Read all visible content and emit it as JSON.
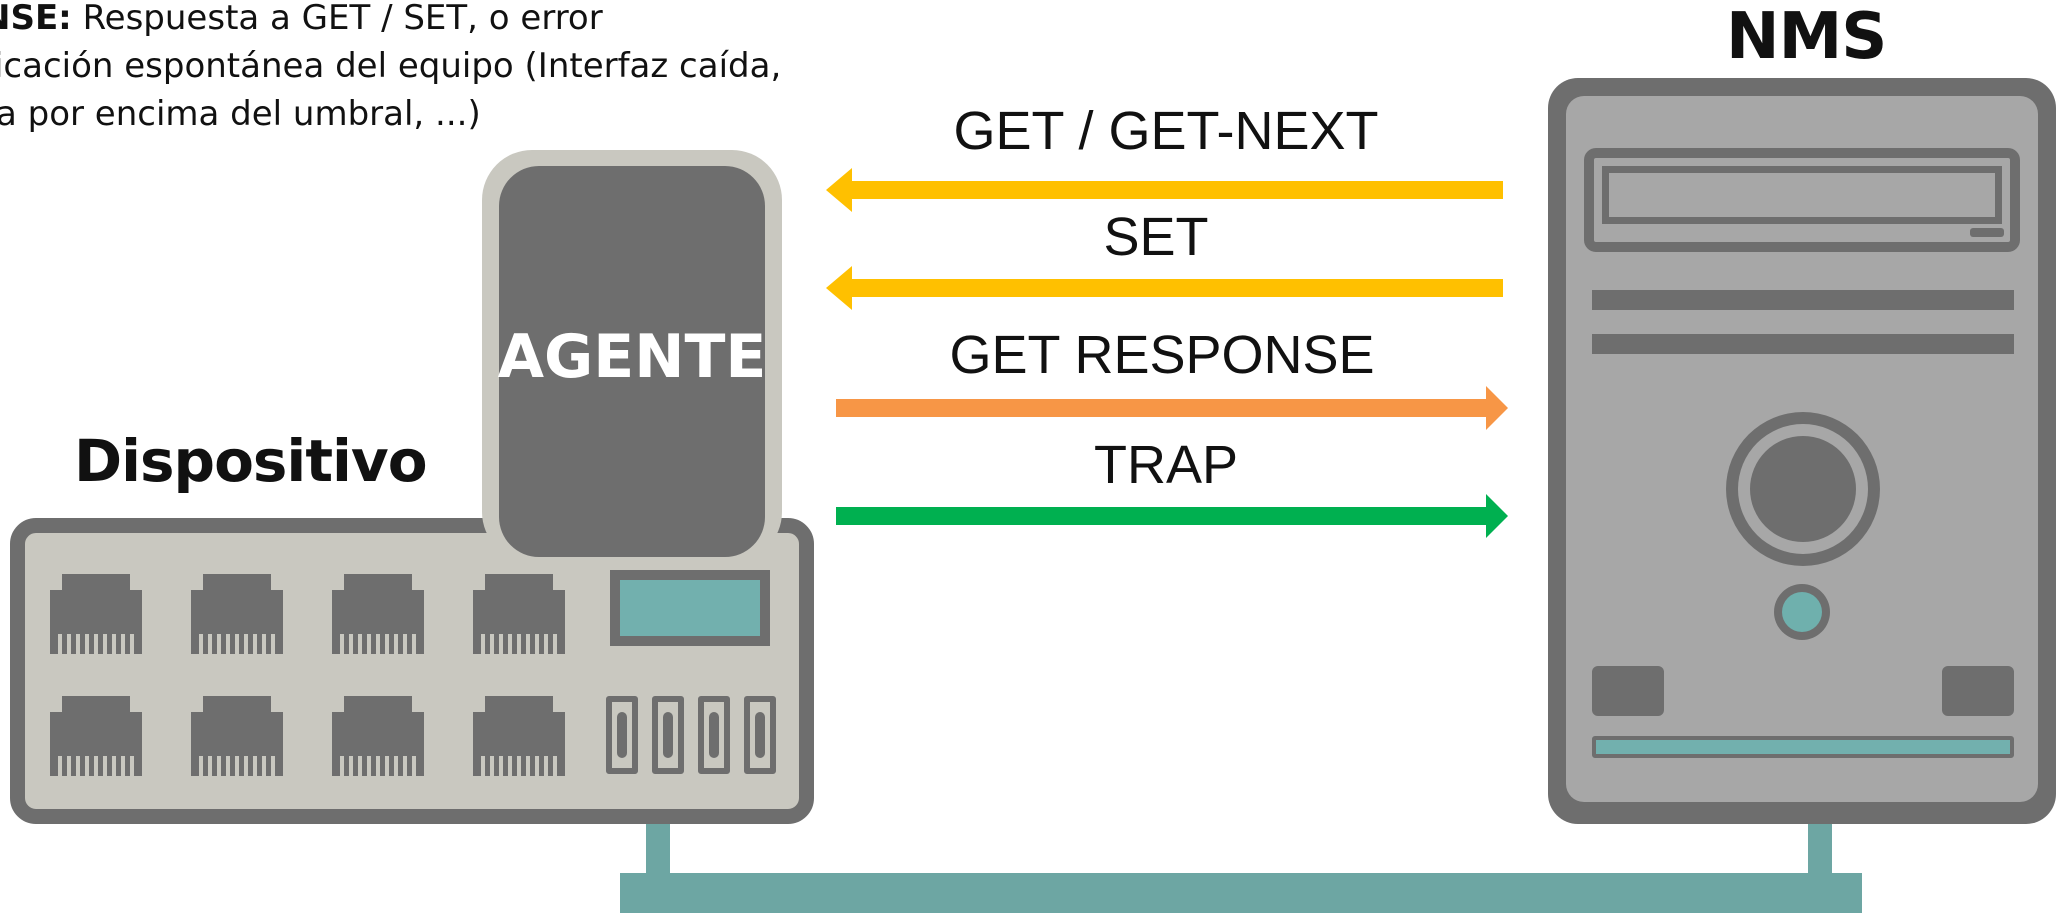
{
  "description": {
    "line1_bold": "NSE:",
    "line1_text": " Respuesta a GET / SET, o error",
    "line2": "ficación espontánea del equipo (Interfaz caída,",
    "line3": "ra por encima del umbral, ...)"
  },
  "device": {
    "title": "Dispositivo",
    "agent_label": "AGENTE"
  },
  "nms": {
    "title": "NMS"
  },
  "arrows": [
    {
      "label": "GET / GET-NEXT",
      "direction": "left",
      "color": "#ffc000"
    },
    {
      "label": "SET",
      "direction": "left",
      "color": "#ffc000"
    },
    {
      "label": "GET RESPONSE",
      "direction": "right",
      "color": "#f79646"
    },
    {
      "label": "TRAP",
      "direction": "right",
      "color": "#00b050"
    }
  ],
  "colors": {
    "device_gray": "#6e6e6e",
    "device_body": "#c9c8c0",
    "server_body": "#a7a7a7",
    "link_teal": "#6da6a3"
  }
}
